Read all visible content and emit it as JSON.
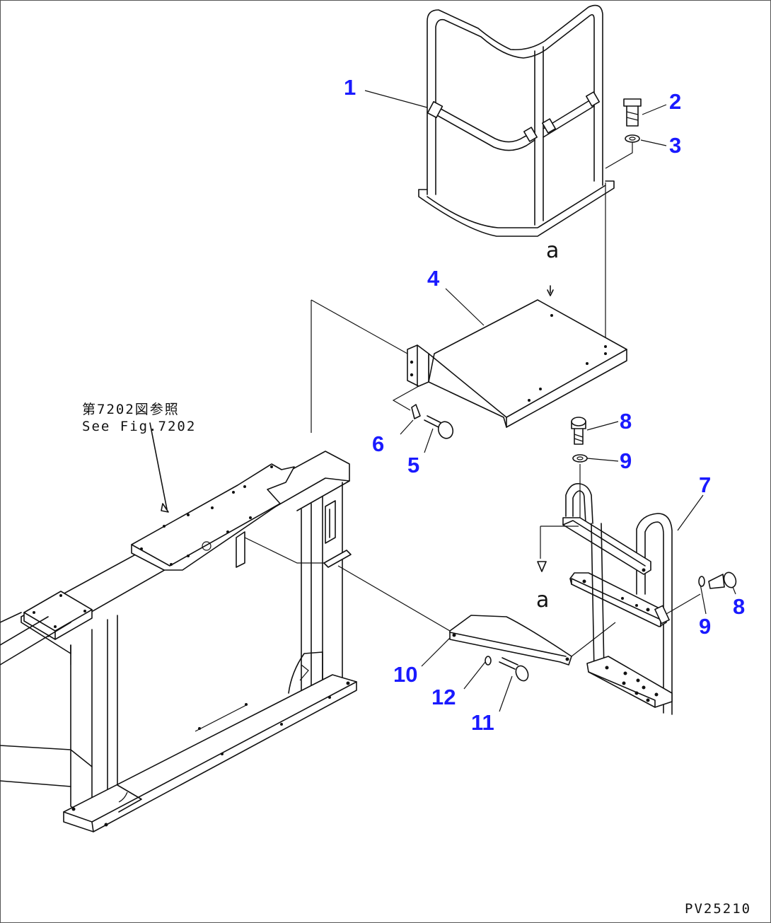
{
  "callouts": {
    "c1": "1",
    "c2": "2",
    "c3": "3",
    "c4": "4",
    "c5": "5",
    "c6": "6",
    "c7": "7",
    "c8a": "8",
    "c8b": "8",
    "c9a": "9",
    "c9b": "9",
    "c10": "10",
    "c11": "11",
    "c12": "12"
  },
  "view_markers": {
    "upper": "a",
    "lower": "a"
  },
  "reference_note": {
    "line1": "第7202図参照",
    "line2": "See Fig.7202"
  },
  "drawing_code": "PV25210",
  "colors": {
    "callout": "#1a1aff",
    "linework": "#111111",
    "background": "#ffffff"
  }
}
